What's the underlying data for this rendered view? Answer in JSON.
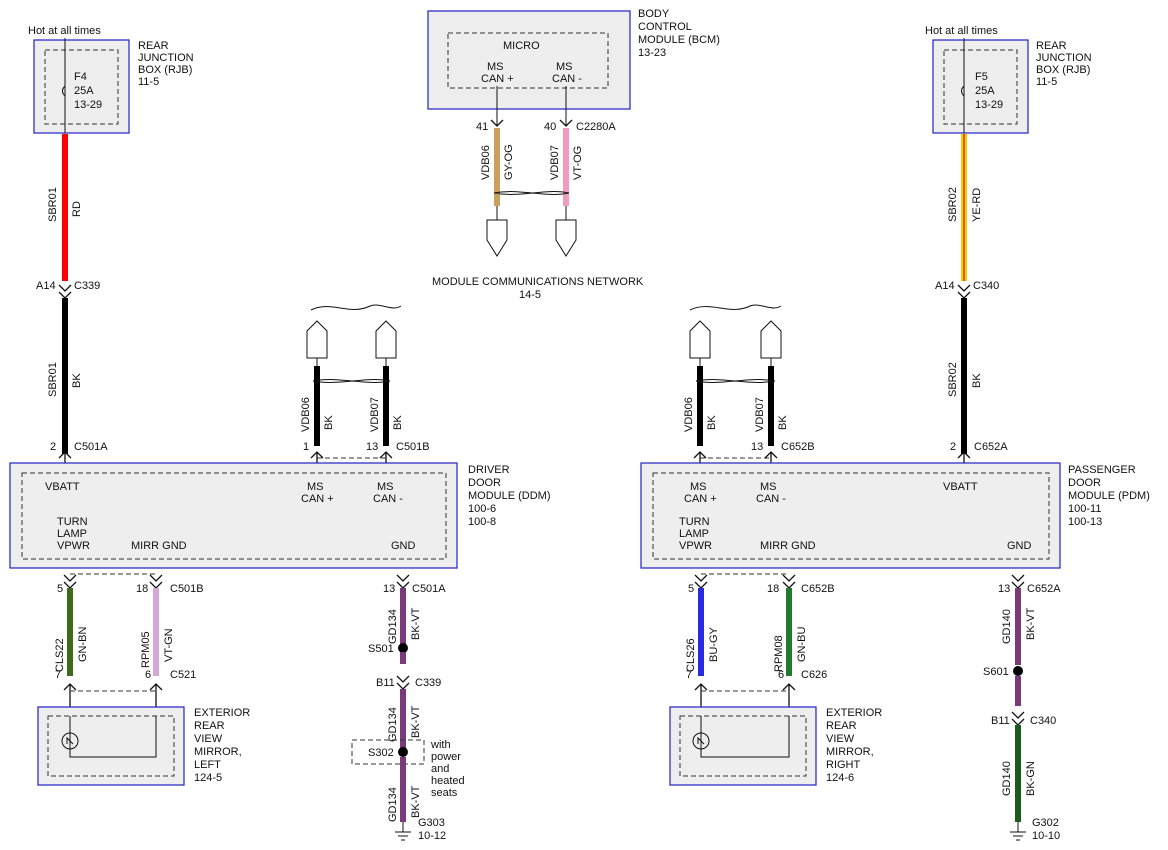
{
  "modules": {
    "rjb_left": {
      "lines": [
        "REAR",
        "JUNCTION",
        "BOX (RJB)",
        "11-5"
      ],
      "hot": "Hot at all times",
      "fuse": [
        "F4",
        "25A",
        "13-29"
      ]
    },
    "rjb_right": {
      "lines": [
        "REAR",
        "JUNCTION",
        "BOX (RJB)",
        "11-5"
      ],
      "hot": "Hot at all times",
      "fuse": [
        "F5",
        "25A",
        "13-29"
      ]
    },
    "bcm": {
      "lines": [
        "BODY",
        "CONTROL",
        "MODULE (BCM)",
        "13-23"
      ],
      "micro": "MICRO",
      "pin1": [
        "MS",
        "CAN +"
      ],
      "pin2": [
        "MS",
        "CAN -"
      ]
    },
    "network": {
      "title": "MODULE COMMUNICATIONS NETWORK",
      "ref": "14-5"
    },
    "ddm": {
      "lines": [
        "DRIVER",
        "DOOR",
        "MODULE (DDM)",
        "100-6",
        "100-8"
      ],
      "vbatt": "VBATT",
      "can1": [
        "MS",
        "CAN +"
      ],
      "can2": [
        "MS",
        "CAN -"
      ],
      "turn": [
        "TURN",
        "LAMP",
        "VPWR"
      ],
      "mirr": "MIRR GND",
      "gnd": "GND"
    },
    "pdm": {
      "lines": [
        "PASSENGER",
        "DOOR",
        "MODULE (PDM)",
        "100-11",
        "100-13"
      ],
      "vbatt": "VBATT",
      "can1": [
        "MS",
        "CAN +"
      ],
      "can2": [
        "MS",
        "CAN -"
      ],
      "turn": [
        "TURN",
        "LAMP",
        "VPWR"
      ],
      "mirr": "MIRR GND",
      "gnd": "GND"
    },
    "mirror_left": {
      "lines": [
        "EXTERIOR",
        "REAR",
        "VIEW",
        "MIRROR,",
        "LEFT",
        "124-5"
      ]
    },
    "mirror_right": {
      "lines": [
        "EXTERIOR",
        "REAR",
        "VIEW",
        "MIRROR,",
        "RIGHT",
        "124-6"
      ]
    },
    "note": [
      "with",
      "power",
      "and",
      "heated",
      "seats"
    ]
  },
  "wires": {
    "sbr01_top": {
      "circuit": "SBR01",
      "color": "RD",
      "hex": "#ff0000"
    },
    "sbr01_bot": {
      "circuit": "SBR01",
      "color": "BK",
      "hex": "#000000"
    },
    "sbr02_top": {
      "circuit": "SBR02",
      "color": "YE-RD",
      "hex": "#f5d000"
    },
    "sbr02_bot": {
      "circuit": "SBR02",
      "color": "BK",
      "hex": "#000000"
    },
    "vdb06_bcm": {
      "circuit": "VDB06",
      "color": "GY-OG",
      "hex": "#c8a060"
    },
    "vdb07_bcm": {
      "circuit": "VDB07",
      "color": "VT-OG",
      "hex": "#f29ac0"
    },
    "vdb06_ddm": {
      "circuit": "VDB06",
      "color": "BK",
      "hex": "#000000"
    },
    "vdb07_ddm": {
      "circuit": "VDB07",
      "color": "BK",
      "hex": "#000000"
    },
    "vdb06_pdm": {
      "circuit": "VDB06",
      "color": "BK",
      "hex": "#000000"
    },
    "vdb07_pdm": {
      "circuit": "VDB07",
      "color": "BK",
      "hex": "#000000"
    },
    "cls22": {
      "circuit": "CLS22",
      "color": "GN-BN",
      "hex": "#3e6b1a"
    },
    "rpm05": {
      "circuit": "RPM05",
      "color": "VT-GN",
      "hex": "#d4a8d4"
    },
    "gd134_a": {
      "circuit": "GD134",
      "color": "BK-VT",
      "hex": "#7a3a7a"
    },
    "gd134_b": {
      "circuit": "GD134",
      "color": "BK-VT",
      "hex": "#7a3a7a"
    },
    "gd134_c": {
      "circuit": "GD134",
      "color": "BK-VT",
      "hex": "#7a3a7a"
    },
    "cls26": {
      "circuit": "CLS26",
      "color": "BU-GY",
      "hex": "#2a2ae0"
    },
    "rpm08": {
      "circuit": "RPM08",
      "color": "GN-BU",
      "hex": "#1f7a2e"
    },
    "gd140_a": {
      "circuit": "GD140",
      "color": "BK-VT",
      "hex": "#7a3a7a"
    },
    "gd140_b": {
      "circuit": "GD140",
      "color": "BK-GN",
      "hex": "#1c5a1c"
    }
  },
  "connectors": {
    "bcm_41": "41",
    "bcm_40": "40",
    "bcm_conn": "C2280A",
    "a14_l": "A14",
    "c339_l": "C339",
    "a14_r": "A14",
    "c340_r": "C340",
    "ddm_pin2": "2",
    "ddm_c501a": "C501A",
    "ddm_pin1": "1",
    "ddm_pin13": "13",
    "ddm_c501b": "C501B",
    "pdm_pin2": "2",
    "pdm_c652a": "C652A",
    "pdm_pin13": "13",
    "pdm_c652b": "C652B",
    "l_pin5": "5",
    "l_pin18": "18",
    "l_c501b": "C501B",
    "l_pin7": "7",
    "l_pin6": "6",
    "l_c521": "C521",
    "gnd13_l": "13",
    "gnd_c501a": "C501A",
    "s501": "S501",
    "b11_l": "B11",
    "c339_b": "C339",
    "s302": "S302",
    "g303": "G303",
    "g303_ref": "10-12",
    "r_pin5": "5",
    "r_pin18": "18",
    "r_c652b": "C652B",
    "r_pin7": "7",
    "r_pin6": "6",
    "r_c626": "C626",
    "gnd13_r": "13",
    "gnd_c652a": "C652A",
    "s601": "S601",
    "b11_r": "B11",
    "c340_b": "C340",
    "g302": "G302",
    "g302_ref": "10-10"
  }
}
